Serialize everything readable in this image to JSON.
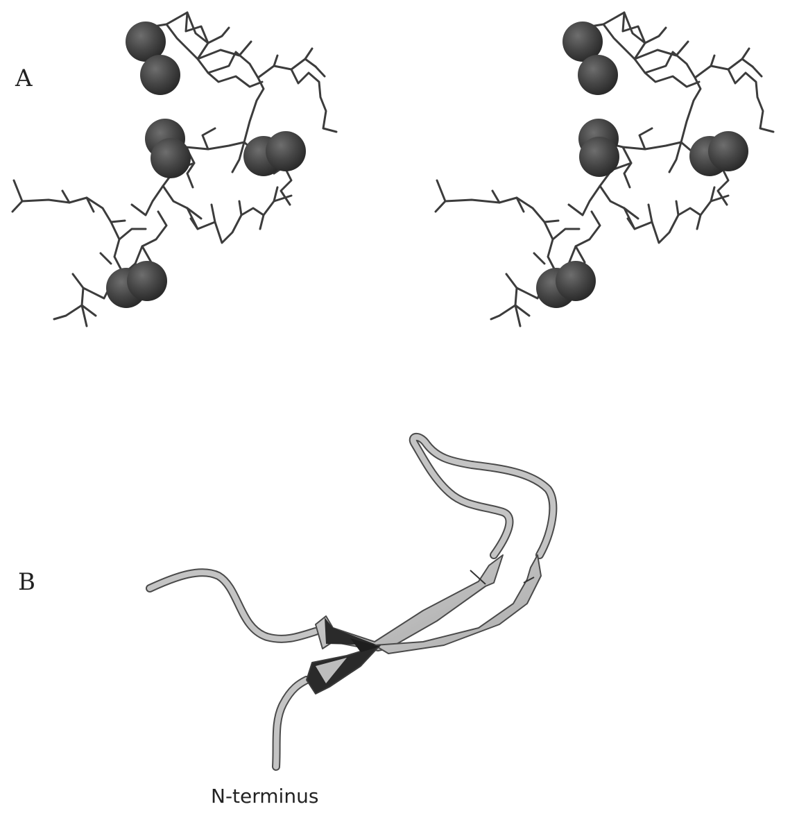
{
  "panels": {
    "a_label": "A",
    "b_label": "B"
  },
  "annotations": {
    "n_terminus": "N-terminus"
  },
  "colors": {
    "background": "#ffffff",
    "stick": "#3c3c3c",
    "sphere": "#454545",
    "ribbon_light": "#bdbdbd",
    "ribbon_dark": "#2a2a2a",
    "ribbon_edge": "#4a4a4a"
  }
}
